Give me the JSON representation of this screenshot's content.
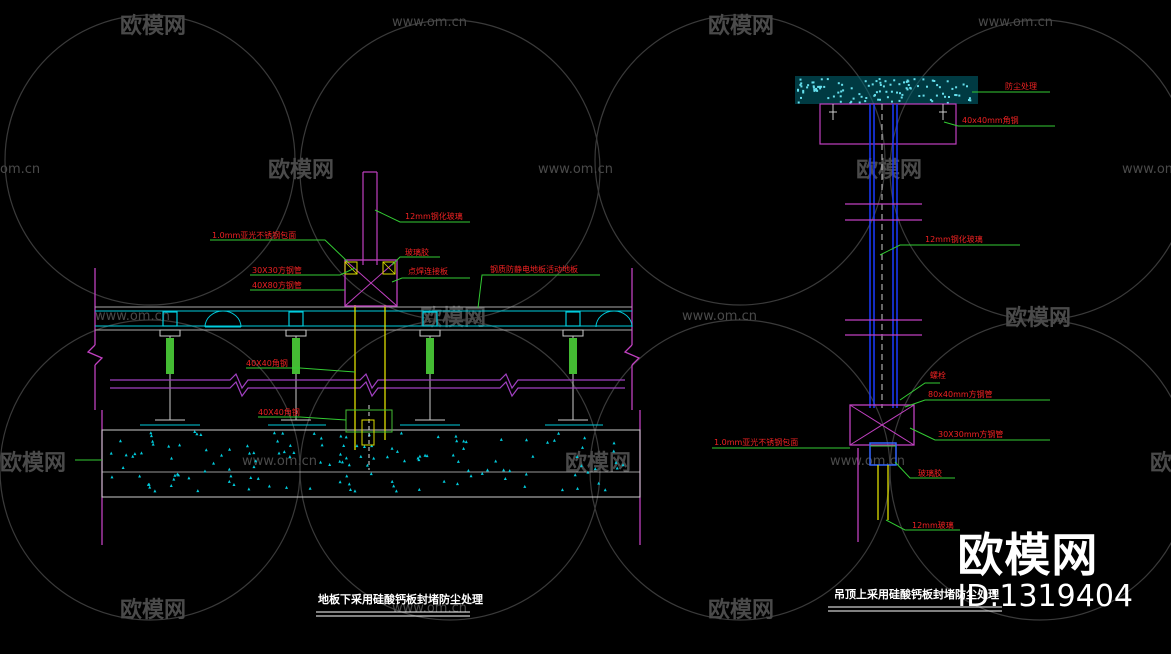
{
  "left_detail": {
    "title": "地板下采用硅酸钙板封堵防尘处理",
    "labels": {
      "glass": "12mm钢化玻璃",
      "steel_cover": "1.0mm亚光不锈钢包面",
      "sealant": "玻璃胶",
      "tube_30": "30X30方钢管",
      "glue": "点焊连接板",
      "tube_80": "40X80方钢管",
      "calcium": "钢质防静电地板活动地板",
      "angle_1": "40X40角钢",
      "angle_2": "40X40角钢"
    }
  },
  "right_detail": {
    "title": "吊顶上采用硅酸钙板封堵防尘处理",
    "labels": {
      "dust": "防尘处理",
      "tube_top": "40x40mm角钢",
      "glass": "12mm钢化玻璃",
      "bolt": "螺栓",
      "tube_80": "80x40mm方钢管",
      "steel_cover": "1.0mm亚光不锈钢包面",
      "tube_30": "30X30mm方钢管",
      "sealant": "玻璃胶",
      "glass_bottom": "12mm玻璃"
    }
  },
  "watermark": {
    "logo_text": "欧模网",
    "site_text": "www.om.cn",
    "edge_text": "om.cn"
  },
  "brand": {
    "name": "欧模网",
    "id": "ID:1319404"
  }
}
